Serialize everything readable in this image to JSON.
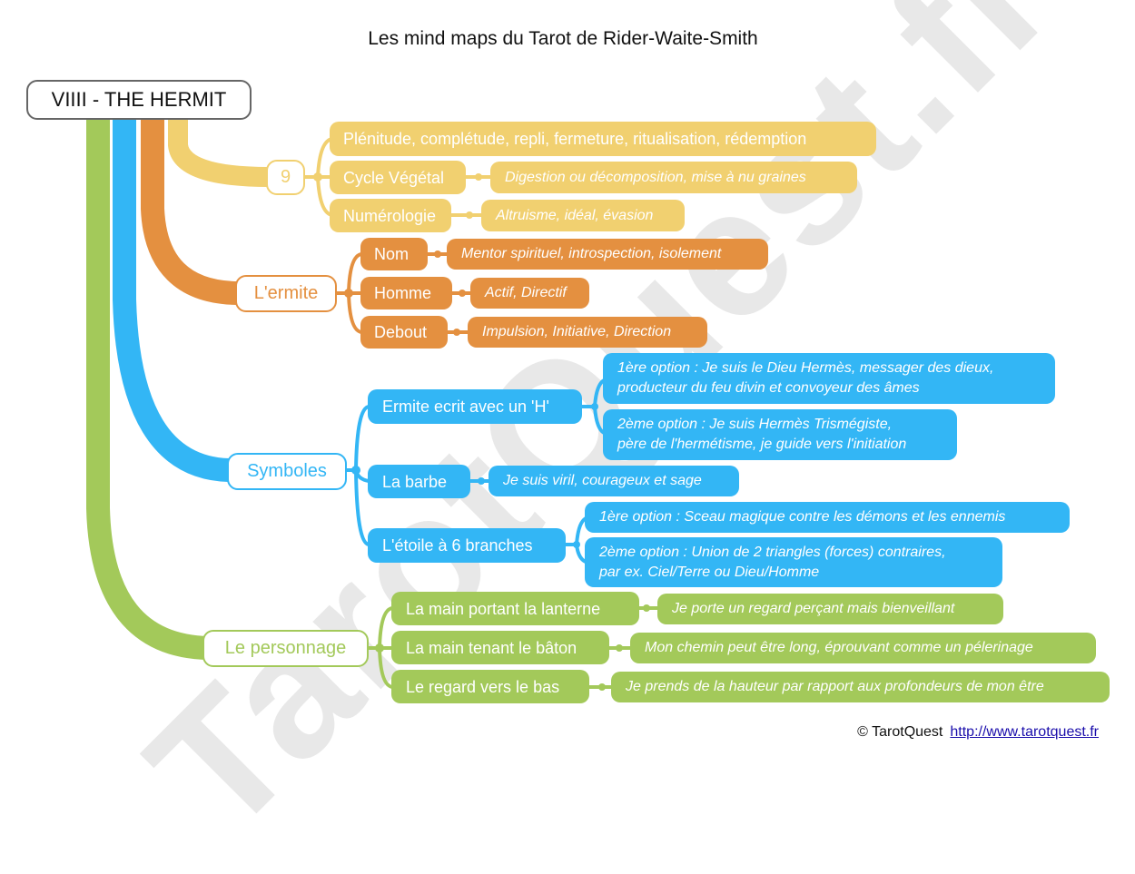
{
  "title": "Les mind maps du Tarot de Rider-Waite-Smith",
  "watermark": "TarotQuest.fr",
  "colors": {
    "yellow": "#f1d070",
    "orange": "#e49040",
    "blue": "#33b6f5",
    "green": "#a3c95a",
    "root_border": "#666666"
  },
  "root": {
    "label": "VIIII - THE HERMIT"
  },
  "branches": {
    "numerology": {
      "hub": "9",
      "items": [
        {
          "label": "Plénitude, complétude, repli, fermeture, ritualisation, rédemption"
        },
        {
          "label": "Cycle Végétal",
          "detail": "Digestion ou décomposition, mise à nu graines"
        },
        {
          "label": "Numérologie",
          "detail": "Altruisme, idéal, évasion"
        }
      ]
    },
    "hermit": {
      "hub": "L'ermite",
      "items": [
        {
          "label": "Nom",
          "detail": "Mentor spirituel, introspection, isolement"
        },
        {
          "label": "Homme",
          "detail": "Actif, Directif"
        },
        {
          "label": "Debout",
          "detail": "Impulsion, Initiative, Direction"
        }
      ]
    },
    "symbols": {
      "hub": "Symboles",
      "items": [
        {
          "label": "Ermite ecrit avec un 'H'",
          "options": [
            {
              "line1": "1ère option : Je suis le Dieu Hermès, messager des dieux,",
              "line2": "producteur du feu divin et convoyeur des âmes"
            },
            {
              "line1": "2ème option : Je suis Hermès Trismégiste,",
              "line2": "père de l'hermétisme, je guide vers l'initiation"
            }
          ]
        },
        {
          "label": "La barbe",
          "detail": "Je suis viril, courageux et sage"
        },
        {
          "label": "L'étoile à 6 branches",
          "options": [
            {
              "line1": "1ère option : Sceau magique contre les démons et les ennemis"
            },
            {
              "line1": "2ème option : Union de 2 triangles (forces) contraires,",
              "line2": "par ex. Ciel/Terre ou Dieu/Homme"
            }
          ]
        }
      ]
    },
    "character": {
      "hub": "Le personnage",
      "items": [
        {
          "label": "La main portant la lanterne",
          "detail": "Je porte un regard perçant mais bienveillant"
        },
        {
          "label": "La main tenant le bâton",
          "detail": "Mon chemin peut être long, éprouvant comme un pélerinage"
        },
        {
          "label": "Le regard vers le bas",
          "detail": "Je prends de la hauteur par rapport aux profondeurs de mon être"
        }
      ]
    }
  },
  "footer": {
    "copyright": "© TarotQuest",
    "link": "http://www.tarotquest.fr"
  }
}
